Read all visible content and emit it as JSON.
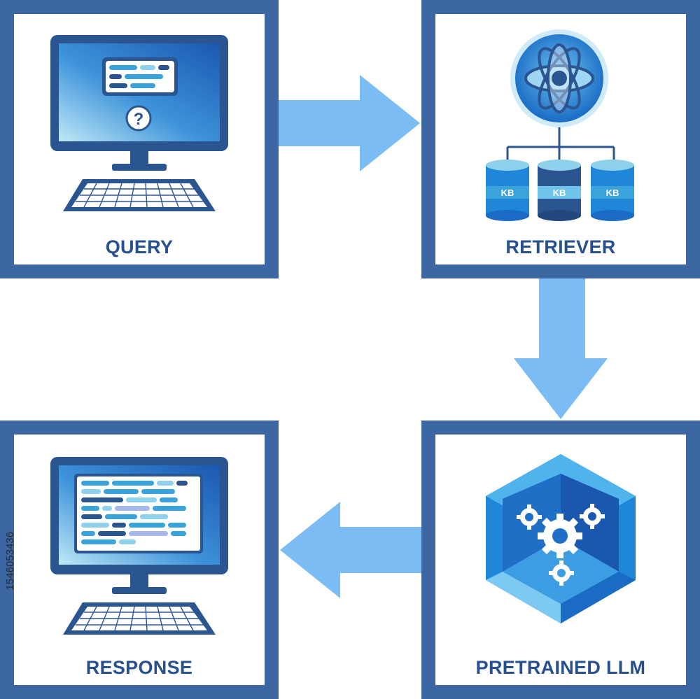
{
  "steps": {
    "query": "QUERY",
    "retriever": "RETRIEVER",
    "llm": "PRETRAINED LLM",
    "response": "RESPONSE"
  },
  "retriever": {
    "db_label": "KB"
  },
  "colors": {
    "frame": "#3c67a3",
    "label": "#27508f",
    "arrow": "#7abcf3",
    "accent": "#1f86d8"
  },
  "stock_id": "1546053436"
}
